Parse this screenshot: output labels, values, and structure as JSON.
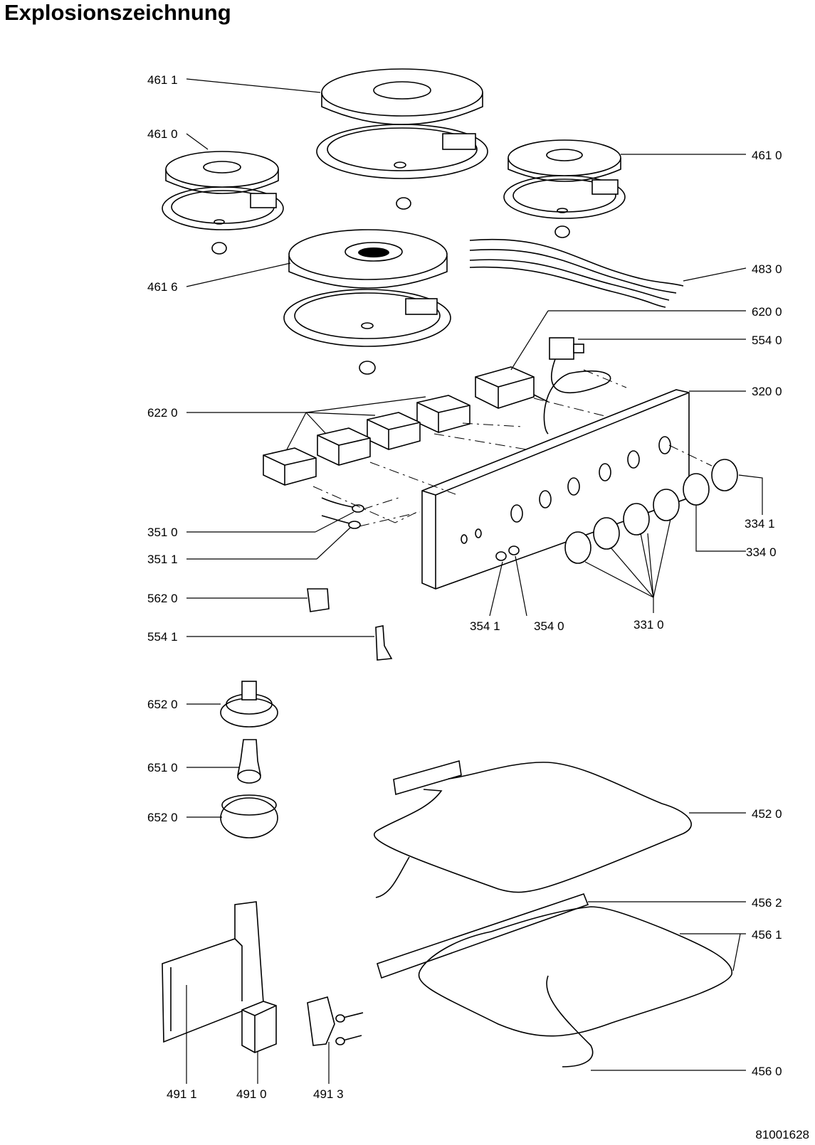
{
  "title": "Explosionszeichnung",
  "document_number": "81001628",
  "part_labels": {
    "p4611": "461 1",
    "p4610a": "461 0",
    "p4610b": "461 0",
    "p4616": "461 6",
    "p4830": "483 0",
    "p6200": "620 0",
    "p5540": "554 0",
    "p3200": "320 0",
    "p6220": "622 0",
    "p3341": "334 1",
    "p3340": "334 0",
    "p3510": "351 0",
    "p3511": "351 1",
    "p5620": "562 0",
    "p3541": "354 1",
    "p3540": "354 0",
    "p3310": "331 0",
    "p5541": "554 1",
    "p6520a": "652 0",
    "p6510": "651 0",
    "p6520b": "652 0",
    "p4520": "452 0",
    "p4562": "456 2",
    "p4561": "456 1",
    "p4560": "456 0",
    "p4911": "491 1",
    "p4910": "491 0",
    "p4913": "491 3"
  }
}
